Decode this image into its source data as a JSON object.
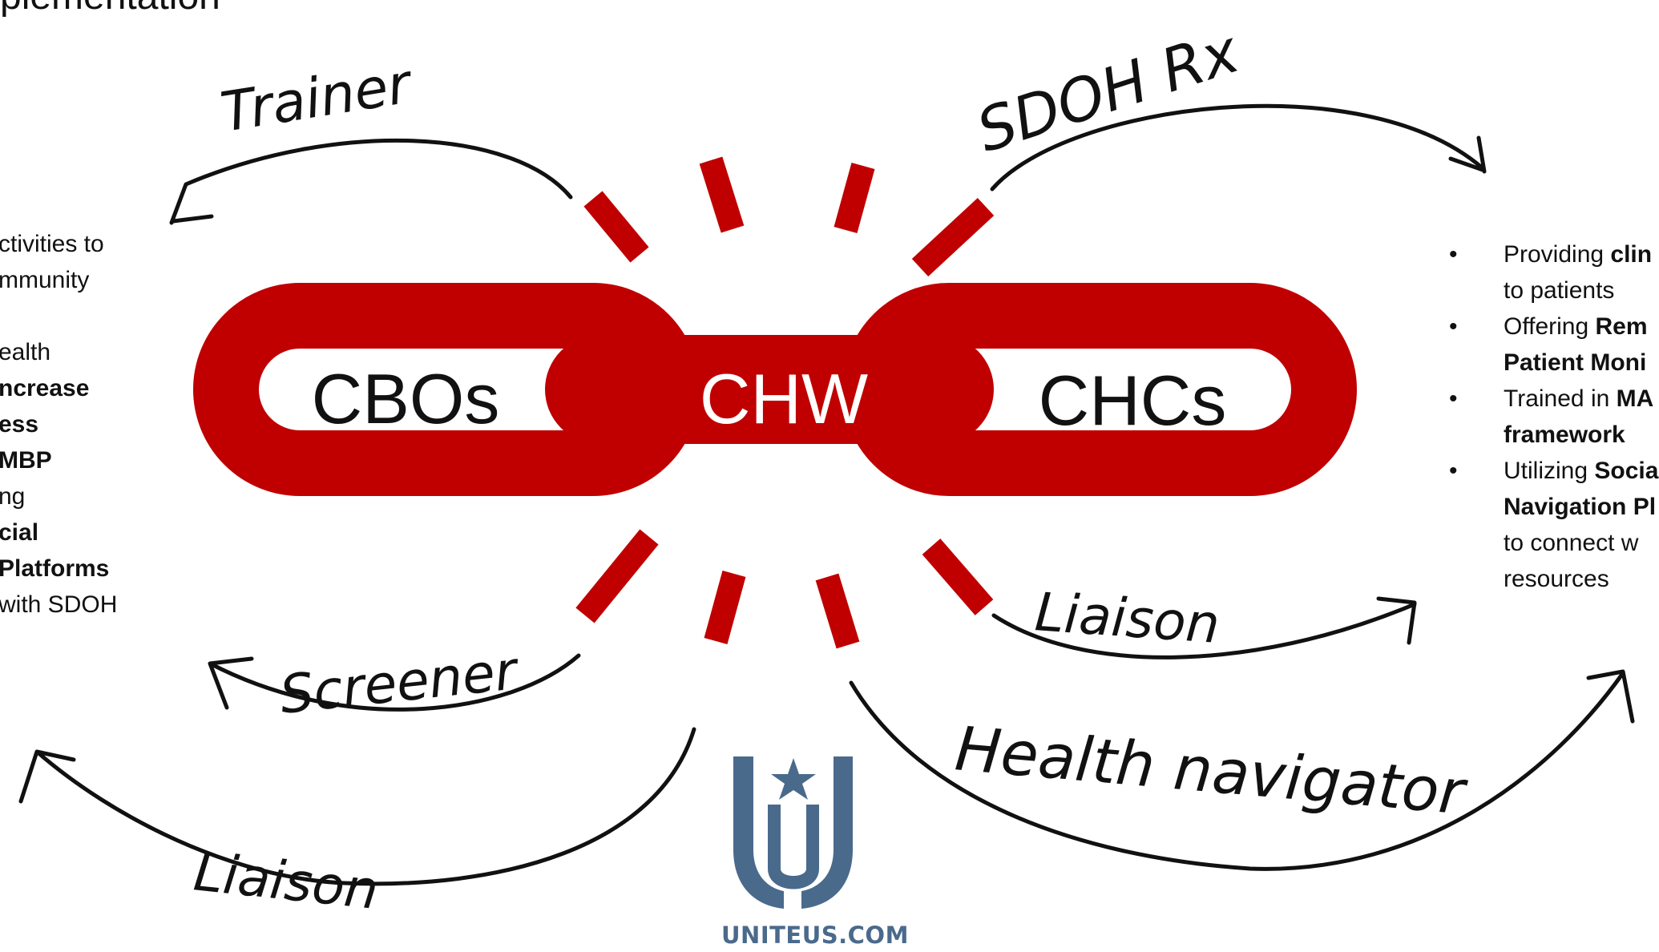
{
  "title_fragment": "plementation",
  "chain": {
    "left_label": "CBOs",
    "center_label": "CHW",
    "right_label": "CHCs",
    "color": "#c00000"
  },
  "roles": {
    "trainer": "Trainer",
    "sdoh_rx": "SDOH Rx",
    "screener": "Screener",
    "liaison_left": "Liaison",
    "liaison_right": "Liaison",
    "health_navigator": "Health navigator"
  },
  "left_list": [
    {
      "parts": [
        {
          "t": "ctivities to",
          "b": false
        }
      ]
    },
    {
      "parts": [
        {
          "t": "mmunity",
          "b": false
        }
      ]
    },
    {
      "parts": [
        {
          "t": "",
          "b": false
        }
      ]
    },
    {
      "parts": [
        {
          "t": "ealth",
          "b": false
        }
      ]
    },
    {
      "parts": [
        {
          "t": "ncrease",
          "b": true
        }
      ]
    },
    {
      "parts": [
        {
          "t": "ess",
          "b": true
        }
      ]
    },
    {
      "parts": [
        {
          "t": "MBP",
          "b": true
        }
      ]
    },
    {
      "parts": [
        {
          "t": "ng",
          "b": false
        }
      ]
    },
    {
      "parts": [
        {
          "t": "cial",
          "b": true
        }
      ]
    },
    {
      "parts": [
        {
          "t": " Platforms",
          "b": true
        }
      ]
    },
    {
      "parts": [
        {
          "t": "with SDOH",
          "b": false
        }
      ]
    }
  ],
  "right_list": [
    {
      "bullet": "•",
      "lines": [
        [
          {
            "t": "Providing ",
            "b": false
          },
          {
            "t": "clin",
            "b": true
          }
        ],
        [
          {
            "t": "to patients",
            "b": false
          }
        ]
      ]
    },
    {
      "bullet": "•",
      "lines": [
        [
          {
            "t": "Offering ",
            "b": false
          },
          {
            "t": "Rem",
            "b": true
          }
        ],
        [
          {
            "t": "Patient Moni",
            "b": true
          }
        ]
      ]
    },
    {
      "bullet": "•",
      "lines": [
        [
          {
            "t": "Trained in ",
            "b": false
          },
          {
            "t": "MA",
            "b": true
          }
        ],
        [
          {
            "t": "framework",
            "b": true
          }
        ]
      ]
    },
    {
      "bullet": "•",
      "lines": [
        [
          {
            "t": "Utilizing ",
            "b": false
          },
          {
            "t": "Socia",
            "b": true
          }
        ],
        [
          {
            "t": "Navigation Pl",
            "b": true
          }
        ],
        [
          {
            "t": "to connect w",
            "b": false
          }
        ],
        [
          {
            "t": "resources",
            "b": false
          }
        ]
      ]
    }
  ],
  "logo": {
    "brand_text": "UNITEUS.COM",
    "color": "#4a6a8c"
  }
}
